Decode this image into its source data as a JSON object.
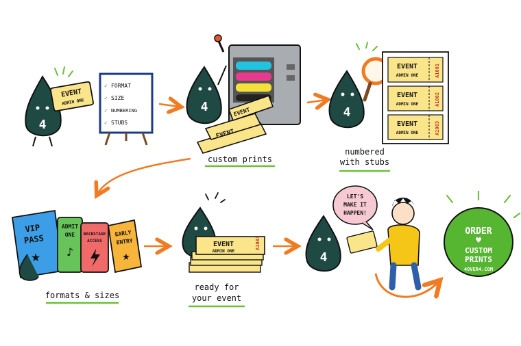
{
  "mascot": {
    "digit": "4"
  },
  "ticket": {
    "title": "EVENT",
    "subtitle": "ADMIN ONE"
  },
  "checklist": {
    "items": [
      "FORMAT",
      "SIZE",
      "NUMBERING",
      "STUBS"
    ]
  },
  "captions": {
    "custom_prints": "custom prints",
    "numbered_line1": "numbered",
    "numbered_line2": "with stubs",
    "formats_sizes": "formats & sizes",
    "ready_line1": "ready for",
    "ready_line2": "your event"
  },
  "sheet": {
    "numbers": [
      "A1001",
      "A1002",
      "A1003"
    ]
  },
  "stack": {
    "number": "A1001"
  },
  "passes": {
    "vip_line1": "VIP",
    "vip_line2": "PASS",
    "admit_line1": "ADMIT",
    "admit_line2": "ONE",
    "backstage_line1": "BACKSTAGE",
    "backstage_line2": "ACCESS",
    "early_line1": "EARLY",
    "early_line2": "ENTRY"
  },
  "speech": {
    "line1": "LET'S",
    "line2": "MAKE IT",
    "line3": "HAPPEN!"
  },
  "badge": {
    "line1": "ORDER",
    "line2": "CUSTOM",
    "line3": "PRINTS",
    "url": "4OVER4.COM"
  },
  "colors": {
    "mascot": "#1f4a44",
    "ticket": "#fbe58a",
    "ticket_accent": "#c0392b",
    "arrow": "#f07b22",
    "underline": "#6cbf3a",
    "badge": "#56b632",
    "vip": "#3b9ee6",
    "admit": "#66c45a",
    "backstage": "#f06a6a",
    "early": "#f8b53c",
    "speech": "#f7c9d3",
    "hoodie": "#f5c518"
  }
}
